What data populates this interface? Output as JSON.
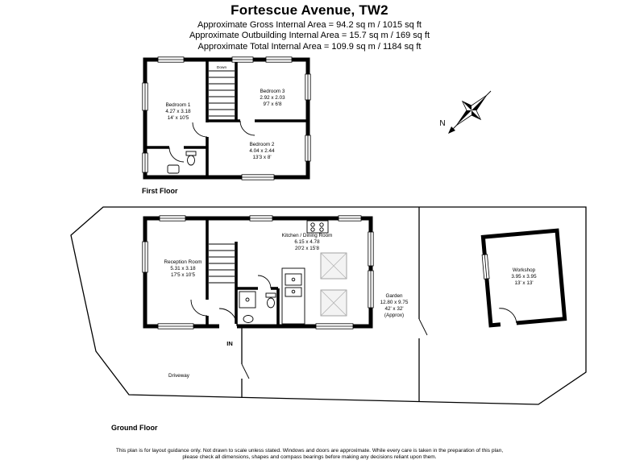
{
  "header": {
    "title": "Fortescue Avenue, TW2",
    "gross": "Approximate Gross Internal Area = 94.2 sq m / 1015 sq ft",
    "outbuilding": "Approximate Outbuilding Internal Area = 15.7 sq m / 169 sq ft",
    "total": "Approximate Total Internal Area = 109.9 sq m / 1184 sq ft"
  },
  "first_floor": {
    "label": "First Floor",
    "stairs_label": "Down",
    "bedroom1": {
      "name": "Bedroom 1",
      "metric": "4.27 x 3.18",
      "imperial": "14' x 10'5"
    },
    "bedroom3": {
      "name": "Bedroom 3",
      "metric": "2.92 x 2.03",
      "imperial": "9'7 x 6'8"
    },
    "bedroom2": {
      "name": "Bedroom 2",
      "metric": "4.04 x 2.44",
      "imperial": "13'3 x 8'"
    }
  },
  "ground_floor": {
    "label": "Ground Floor",
    "entrance_label": "IN",
    "driveway_label": "Driveway",
    "reception": {
      "name": "Reception Room",
      "metric": "5.31 x 3.18",
      "imperial": "17'5 x 10'5"
    },
    "kitchen": {
      "name": "Kitchen / Dining Room",
      "metric": "6.15 x 4.78",
      "imperial": "20'2 x 15'8"
    },
    "garden": {
      "name": "Garden",
      "metric": "12.80 x 9.75",
      "imperial": "42' x 32'",
      "qualifier": "(Approx)"
    },
    "workshop": {
      "name": "Workshop",
      "metric": "3.95 x 3.95",
      "imperial": "13' x 13'"
    }
  },
  "compass": {
    "label": "N"
  },
  "footer": {
    "line1": "This plan is for layout guidance only. Not drawn to scale unless stated. Windows and doors are approximate. While every care is taken in the preparation of this plan,",
    "line2": "please check all dimensions, shapes and compass bearings before making any decisions reliant upon them."
  },
  "colors": {
    "wall": "#000000",
    "background": "#ffffff",
    "hatch": "#999999"
  }
}
